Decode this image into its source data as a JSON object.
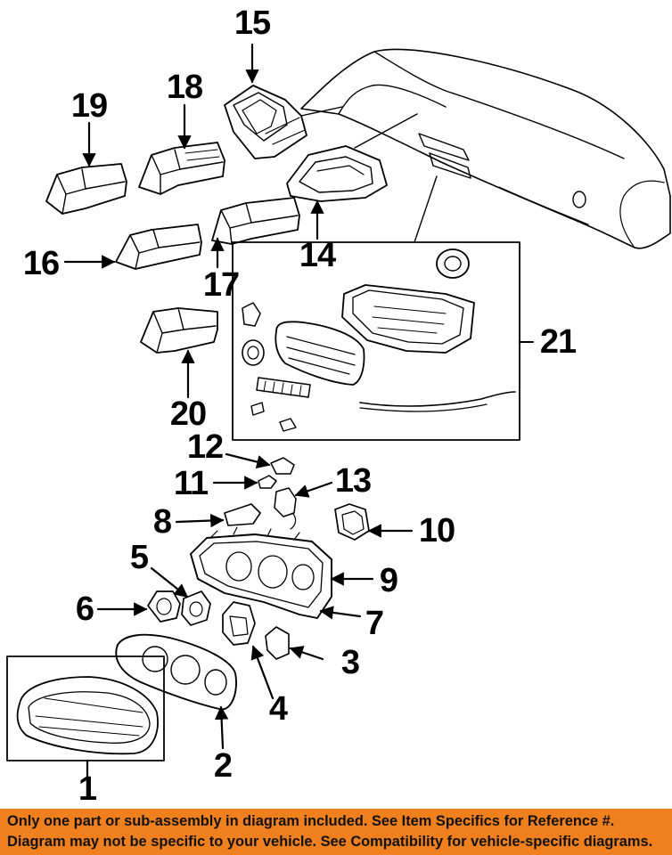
{
  "callouts": {
    "c1": "1",
    "c2": "2",
    "c3": "3",
    "c4": "4",
    "c5": "5",
    "c6": "6",
    "c7": "7",
    "c8": "8",
    "c9": "9",
    "c10": "10",
    "c11": "11",
    "c12": "12",
    "c13": "13",
    "c14": "14",
    "c15": "15",
    "c16": "16",
    "c17": "17",
    "c18": "18",
    "c19": "19",
    "c20": "20",
    "c21": "21"
  },
  "banner": {
    "line1": "Only one part or sub-assembly in diagram included. See Item Specifics for Reference #.",
    "line2": "Diagram may not be specific to your vehicle. See Compatibility for vehicle-specific diagrams."
  },
  "colors": {
    "banner_bg": "#f07f1e",
    "ink": "#000000"
  }
}
